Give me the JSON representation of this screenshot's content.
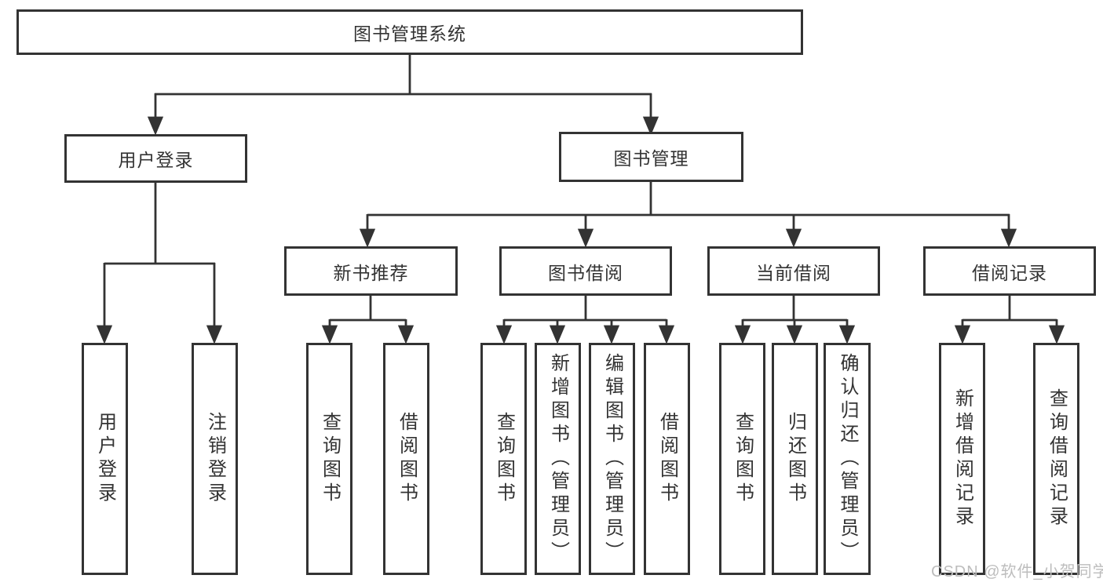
{
  "tree": {
    "label": "图书管理系统",
    "children": [
      {
        "label": "用户登录",
        "children": [
          {
            "label": "用户登录"
          },
          {
            "label": "注销登录"
          }
        ]
      },
      {
        "label": "图书管理",
        "children": [
          {
            "label": "新书推荐",
            "children": [
              {
                "label": "查询图书"
              },
              {
                "label": "借阅图书"
              }
            ]
          },
          {
            "label": "图书借阅",
            "children": [
              {
                "label": "查询图书"
              },
              {
                "label": "新增图书（管理员）"
              },
              {
                "label": "编辑图书（管理员）"
              },
              {
                "label": "借阅图书"
              }
            ]
          },
          {
            "label": "当前借阅",
            "children": [
              {
                "label": "查询图书"
              },
              {
                "label": "归还图书"
              },
              {
                "label": "确认归还（管理员）"
              }
            ]
          },
          {
            "label": "借阅记录",
            "children": [
              {
                "label": "新增借阅记录"
              },
              {
                "label": "查询借阅记录"
              }
            ]
          }
        ]
      }
    ]
  },
  "watermark": {
    "text": "CSDN @软件_小贺同学"
  },
  "colors": {
    "line": "#333333",
    "text": "#333333",
    "box_background": "#ffffff",
    "watermark": "#bdbdbd",
    "background": "#ffffff"
  }
}
